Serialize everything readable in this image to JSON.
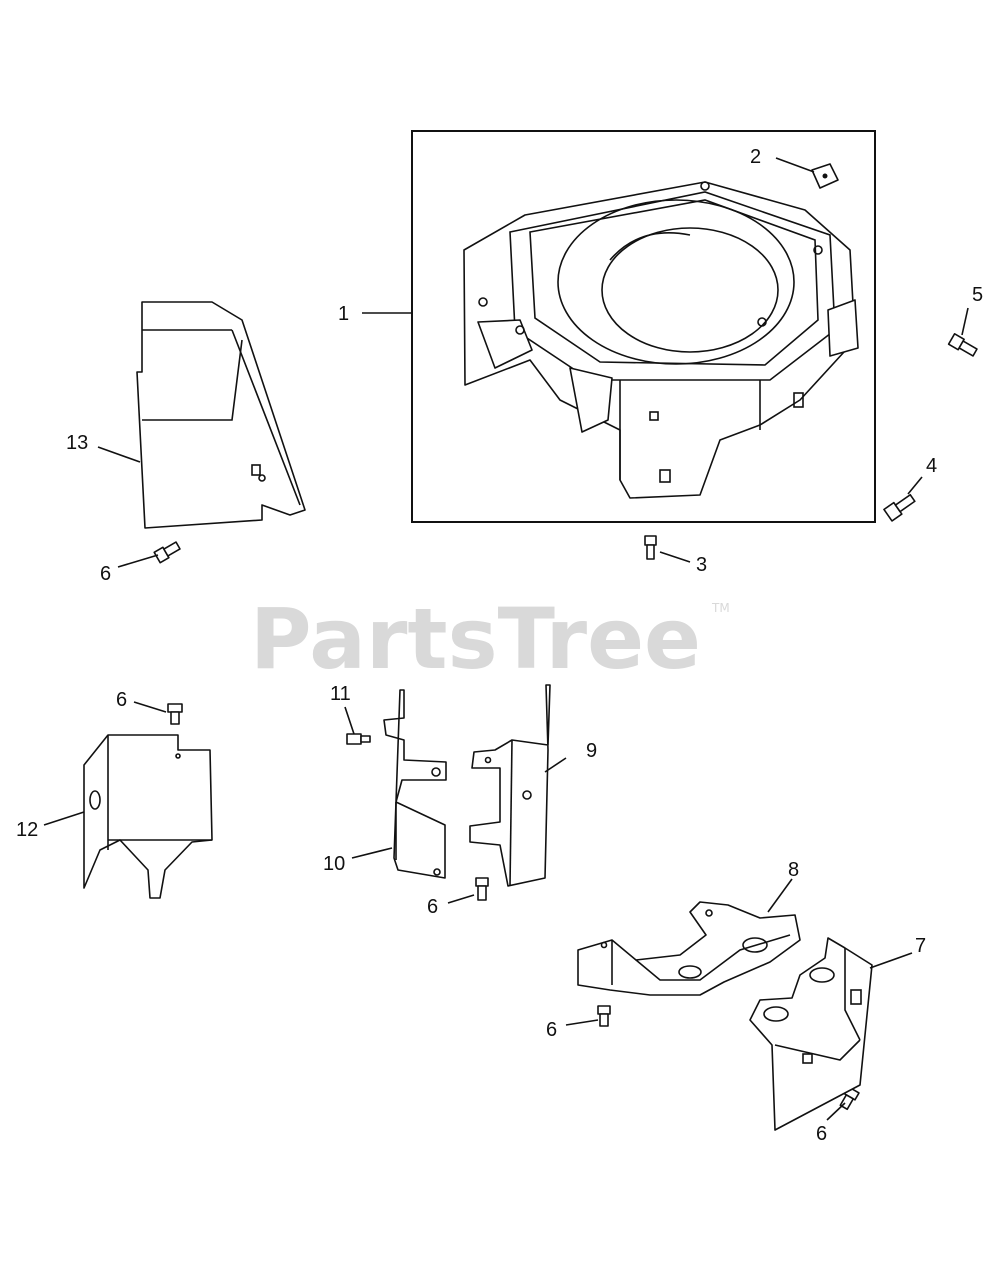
{
  "watermark": {
    "text": "PartsTree",
    "trademark": "TM"
  },
  "callouts": [
    "1",
    "2",
    "3",
    "4",
    "5",
    "6",
    "6",
    "6",
    "6",
    "6",
    "7",
    "8",
    "9",
    "10",
    "11",
    "12",
    "13"
  ]
}
